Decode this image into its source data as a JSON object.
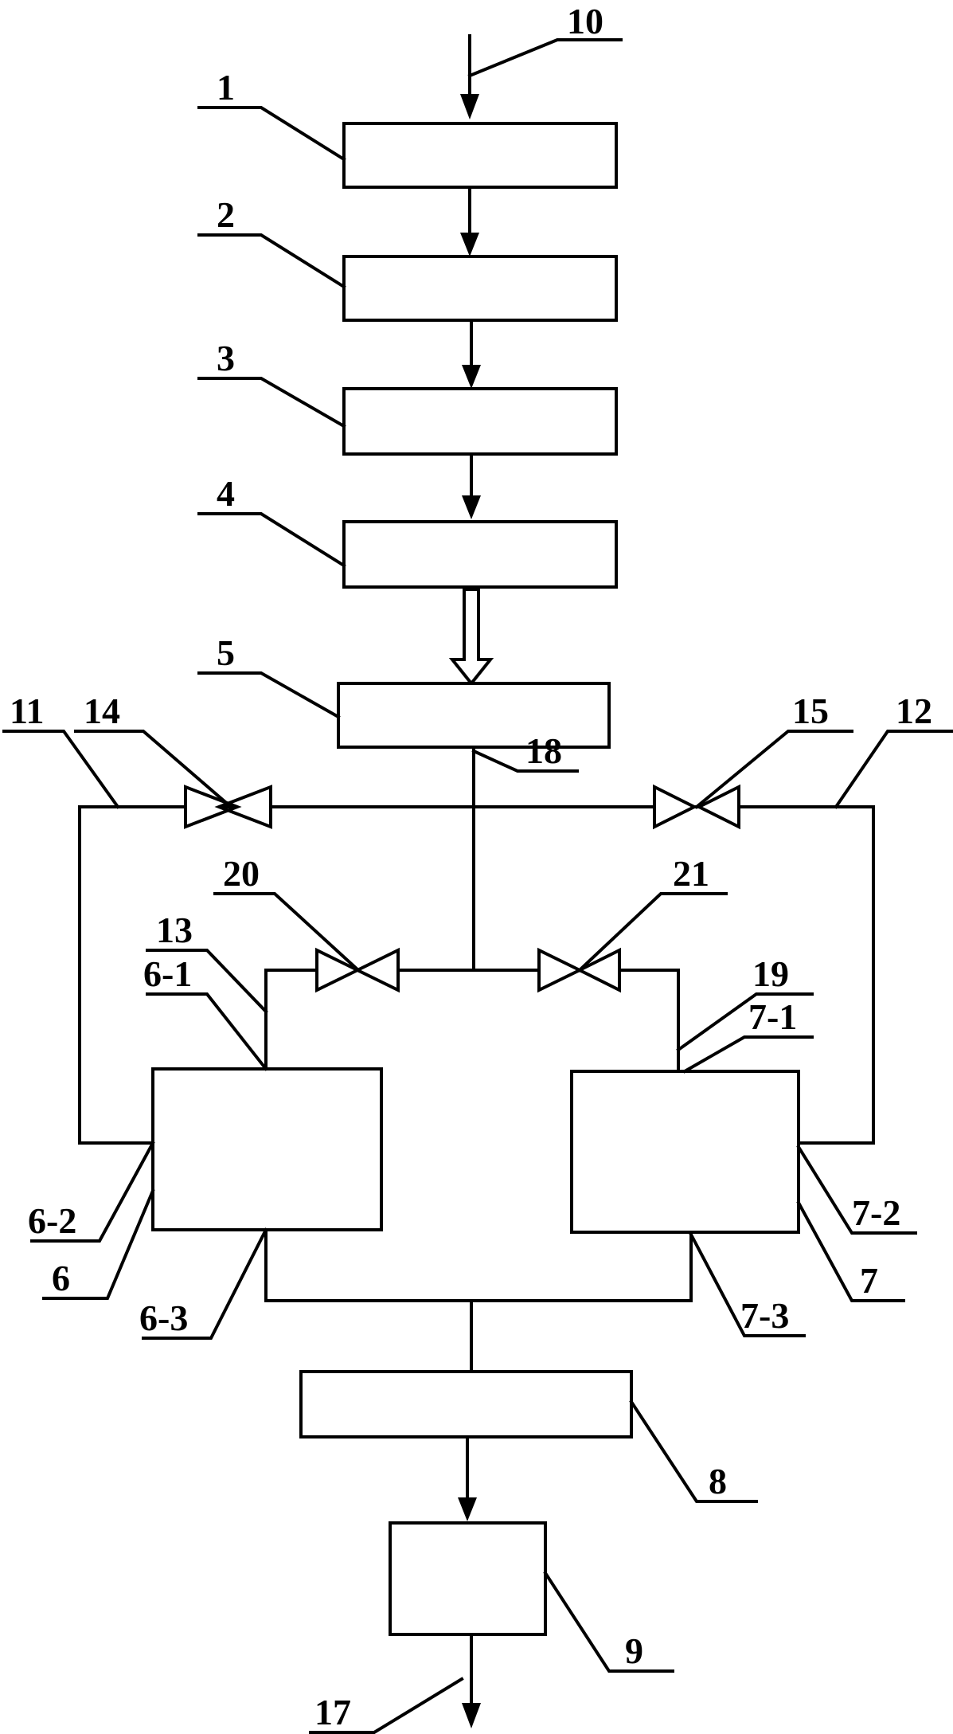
{
  "labels": {
    "l1": "1",
    "l2": "2",
    "l3": "3",
    "l4": "4",
    "l5": "5",
    "l6": "6",
    "l6_1": "6-1",
    "l6_2": "6-2",
    "l6_3": "6-3",
    "l7": "7",
    "l7_1": "7-1",
    "l7_2": "7-2",
    "l7_3": "7-3",
    "l8": "8",
    "l9": "9",
    "l10": "10",
    "l11": "11",
    "l12": "12",
    "l13": "13",
    "l14": "14",
    "l15": "15",
    "l17": "17",
    "l18": "18",
    "l19": "19",
    "l20": "20",
    "l21": "21"
  }
}
